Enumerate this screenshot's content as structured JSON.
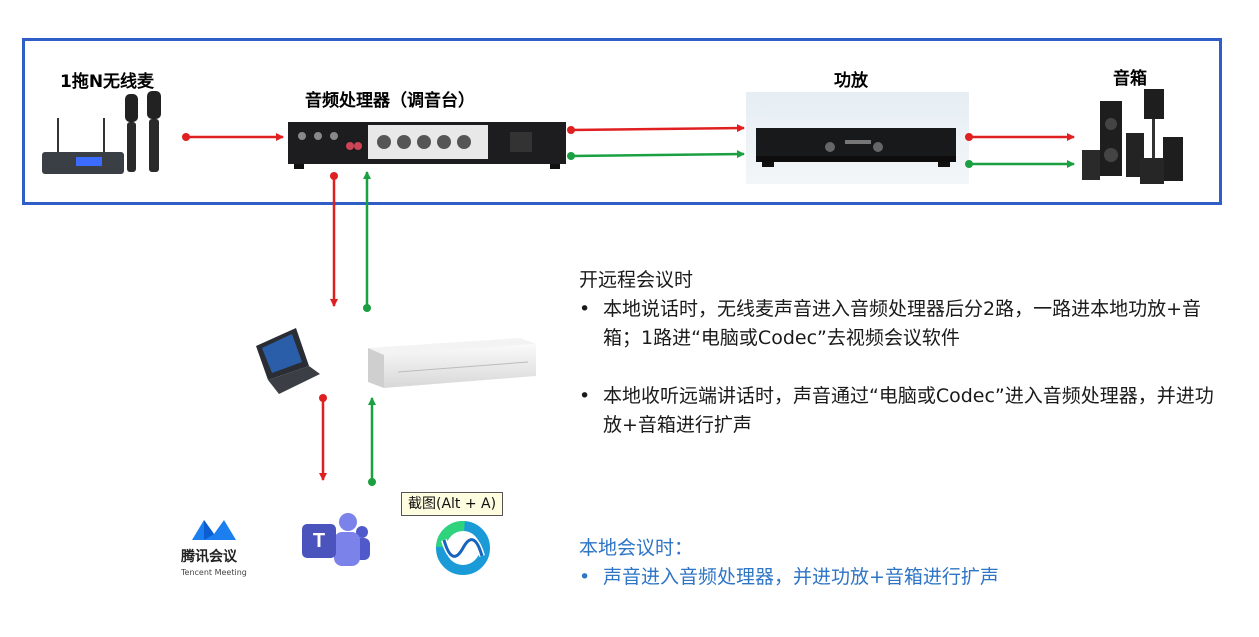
{
  "labels": {
    "mic": "1拖N无线麦",
    "processor": "音频处理器（调音台）",
    "amp": "功放",
    "speakers": "音箱"
  },
  "remote": {
    "heading": "开远程会议时",
    "items": [
      "本地说话时，无线麦声音进入音频处理器后分2路，一路进本地功放+音箱；1路进“电脑或Codec”去视频会议软件",
      "本地收听远端讲话时，声音通过“电脑或Codec”进入音频处理器，并进功放+音箱进行扩声"
    ]
  },
  "local": {
    "heading": "本地会议时：",
    "items": [
      "声音进入音频处理器，并进功放+音箱进行扩声"
    ]
  },
  "apps": {
    "tencent_name": "腾讯会议",
    "tencent_sub": "Tencent Meeting",
    "teams_letter": "T"
  },
  "tooltip": "截图(Alt + A)",
  "colors": {
    "red": "#e02020",
    "green": "#1aa040",
    "frame": "#2f5fc6",
    "local_text": "#2e75c6"
  }
}
